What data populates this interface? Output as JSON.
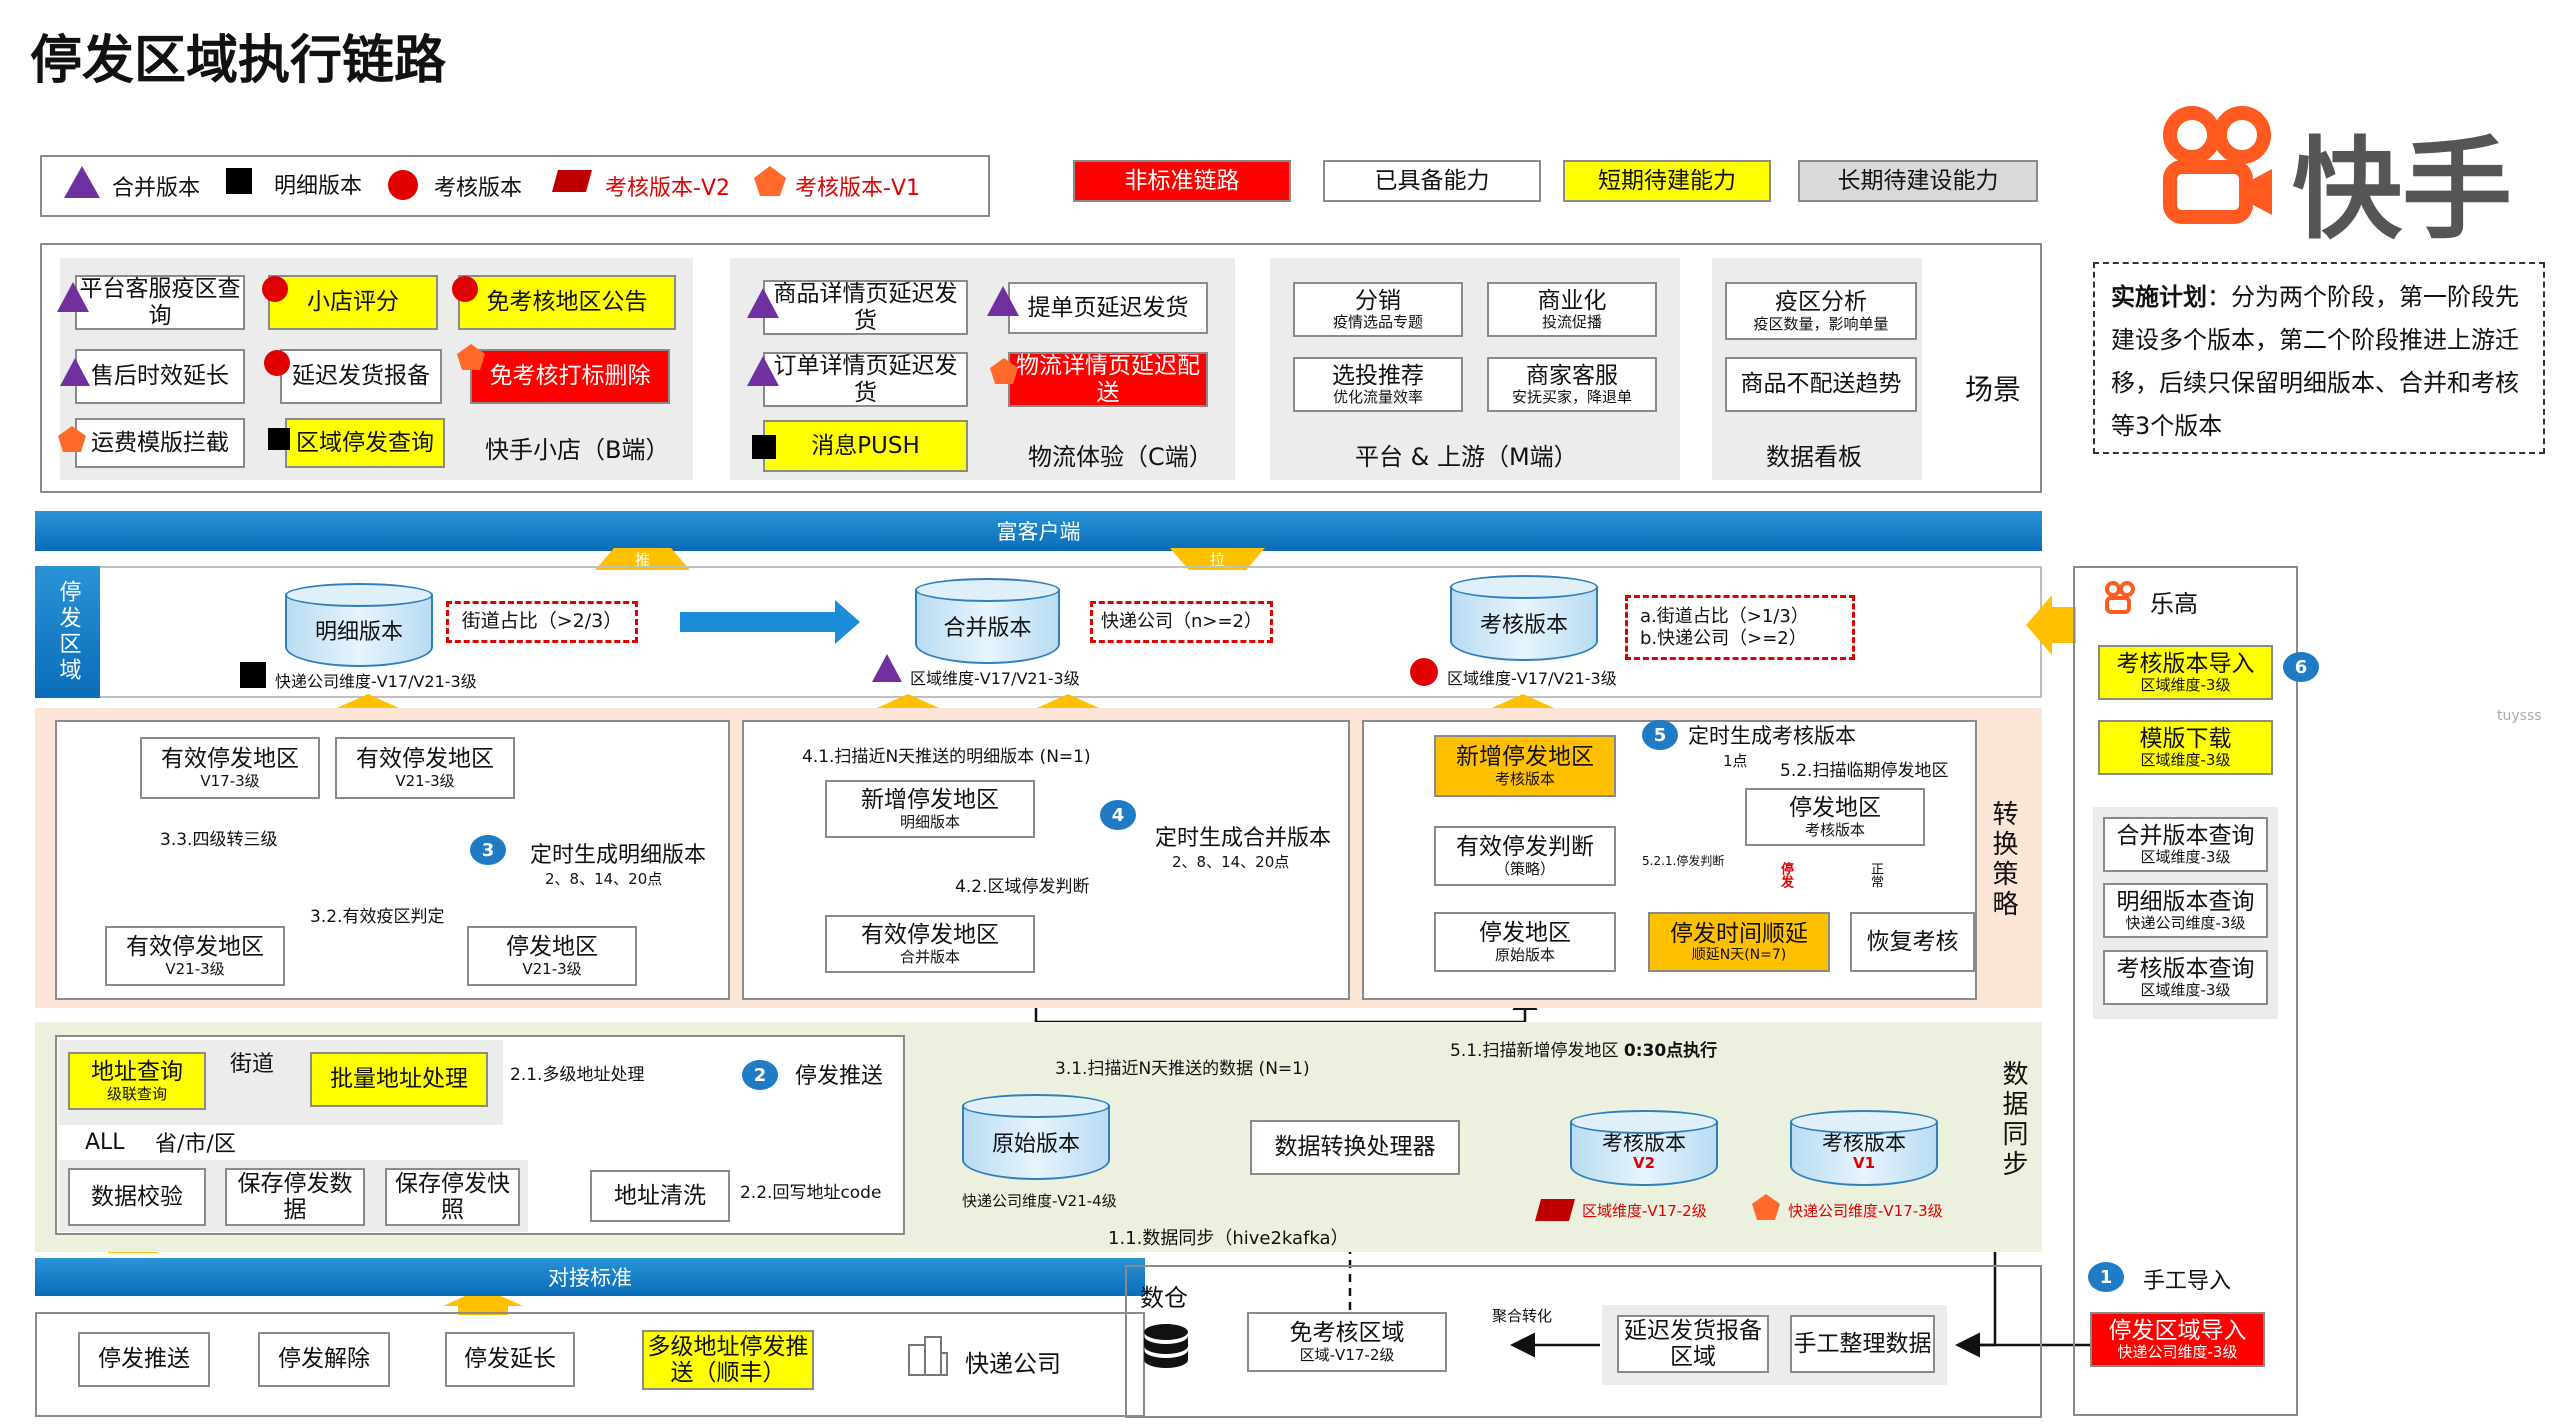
{
  "title": "停发区域执行链路",
  "brand": "快手",
  "legend": {
    "items": [
      "合并版本",
      "明细版本",
      "考核版本",
      "考核版本-V2",
      "考核版本-V1"
    ],
    "capability": [
      "非标准链路",
      "已具备能力",
      "短期待建能力",
      "长期待建设能力"
    ]
  },
  "plan": {
    "label": "实施计划",
    "text": "：分为两个阶段，第一阶段先建设多个版本，第二个阶段推进上游迁移，后续只保留明细版本、合并和考核等3个版本"
  },
  "scenes": {
    "label": "场景",
    "b_end": {
      "title": "快手小店（B端）",
      "items": [
        "平台客服疫区查询",
        "小店评分",
        "免考核地区公告",
        "售后时效延长",
        "延迟发货报备",
        "免考核打标删除",
        "运费模版拦截",
        "区域停发查询"
      ]
    },
    "c_end": {
      "title": "物流体验（C端）",
      "items": [
        "商品详情页延迟发货",
        "提单页延迟发货",
        "订单详情页延迟发货",
        "物流详情页延迟配送",
        "消息PUSH"
      ]
    },
    "m_end": {
      "title": "平台 & 上游（M端）",
      "items": [
        {
          "t": "分销",
          "s": "疫情选品专题"
        },
        {
          "t": "商业化",
          "s": "投流促播"
        },
        {
          "t": "选投推荐",
          "s": "优化流量效率"
        },
        {
          "t": "商家客服",
          "s": "安抚买家，降退单"
        }
      ]
    },
    "board": {
      "title": "数据看板",
      "items": [
        {
          "t": "疫区分析",
          "s": "疫区数量，影响单量"
        },
        {
          "t": "商品不配送趋势",
          "s": ""
        }
      ]
    }
  },
  "rich_client": "富客户端",
  "push": "推",
  "pull": "拉",
  "stop_area_label": "停发区域",
  "versions": {
    "detail": {
      "name": "明细版本",
      "rule": "街道占比（>2/3）",
      "dim": "快递公司维度-V17/V21-3级"
    },
    "merged": {
      "name": "合并版本",
      "rule": "快递公司（n>=2）",
      "dim": "区域维度-V17/V21-3级"
    },
    "assess": {
      "name": "考核版本",
      "rule_a": "a.街道占比（>1/3）",
      "rule_b": "b.快递公司（>=2）",
      "dim": "区域维度-V17/V21-3级"
    }
  },
  "strategy": {
    "label": "转换策略",
    "s3": {
      "num": "3",
      "title": "定时生成明细版本",
      "time": "2、8、14、20点",
      "b1": {
        "t": "有效停发地区",
        "s": "V17-3级"
      },
      "b2": {
        "t": "有效停发地区",
        "s": "V21-3级"
      },
      "b3": {
        "t": "有效停发地区",
        "s": "V21-3级"
      },
      "b4": {
        "t": "停发地区",
        "s": "V21-3级"
      },
      "l1": "3.3.四级转三级",
      "l2": "3.2.有效疫区判定"
    },
    "s4": {
      "num": "4",
      "title": "定时生成合并版本",
      "time": "2、8、14、20点",
      "scan": "4.1.扫描近N天推送的明细版本 (N=1)",
      "b1": {
        "t": "新增停发地区",
        "s": "明细版本"
      },
      "b2": {
        "t": "有效停发地区",
        "s": "合并版本"
      },
      "l1": "4.2.区域停发判断"
    },
    "s5": {
      "num": "5",
      "title": "定时生成考核版本",
      "at": "1点",
      "scan": "5.2.扫描临期停发地区",
      "b1": {
        "t": "新增停发地区",
        "s": "考核版本"
      },
      "b2": {
        "t": "有效停发判断",
        "s": "（策略）"
      },
      "b3": {
        "t": "停发地区",
        "s": "原始版本"
      },
      "b4": {
        "t": "停发地区",
        "s": "考核版本"
      },
      "b5": {
        "t": "停发时间顺延",
        "s": "顺延N天(N=7)"
      },
      "b6": {
        "t": "恢复考核",
        "s": ""
      },
      "l1": "5.2.1.停发判断",
      "yes": "停发",
      "no": "正常"
    }
  },
  "sync": {
    "label": "数据同步",
    "s2": {
      "num": "2",
      "title": "停发推送"
    },
    "addr_query": {
      "t": "地址查询",
      "s": "级联查询"
    },
    "street": "街道",
    "batch": "批量地址处理",
    "multi": "2.1.多级地址处理",
    "all": "ALL",
    "prov": "省/市/区",
    "validate": "数据校验",
    "save_data": "保存停发数据",
    "save_snap": "保存停发快照",
    "clean": "地址清洗",
    "writeback": "2.2.回写地址code",
    "origin": {
      "name": "原始版本",
      "dim": "快递公司维度-V21-4级"
    },
    "scan31": "3.1.扫描近N天推送的数据 (N=1)",
    "scan51": "5.1.扫描新增停发地区",
    "scan51b": "0:30点执行",
    "converter": "数据转换处理器",
    "v2": {
      "name": "考核版本",
      "tag": "V2",
      "dim": "区域维度-V17-2级"
    },
    "v1": {
      "name": "考核版本",
      "tag": "V1",
      "dim": "快递公司维度-V17-3级"
    },
    "sync11": "1.1.数据同步（hive2kafka）"
  },
  "standard": {
    "bar": "对接标准",
    "items": [
      "停发推送",
      "停发解除",
      "停发延长",
      "多级地址停发推送（顺丰）"
    ],
    "courier": "快递公司"
  },
  "warehouse": {
    "label": "数仓",
    "free": {
      "t": "免考核区域",
      "s": "区域-V17-2级"
    },
    "agg": "聚合转化",
    "delay": "延迟发货报备区域",
    "manual": "手工整理数据"
  },
  "legao": {
    "title": "乐高",
    "num": "6",
    "import": {
      "t": "考核版本导入",
      "s": "区域维度-3级"
    },
    "download": {
      "t": "模版下载",
      "s": "区域维度-3级"
    },
    "queries": [
      {
        "t": "合并版本查询",
        "s": "区域维度-3级"
      },
      {
        "t": "明细版本查询",
        "s": "快递公司维度-3级"
      },
      {
        "t": "考核版本查询",
        "s": "区域维度-3级"
      }
    ]
  },
  "manual_import": {
    "num": "1",
    "label": "手工导入",
    "t": "停发区域导入",
    "s": "快递公司维度-3级"
  },
  "watermark": "tuysss"
}
